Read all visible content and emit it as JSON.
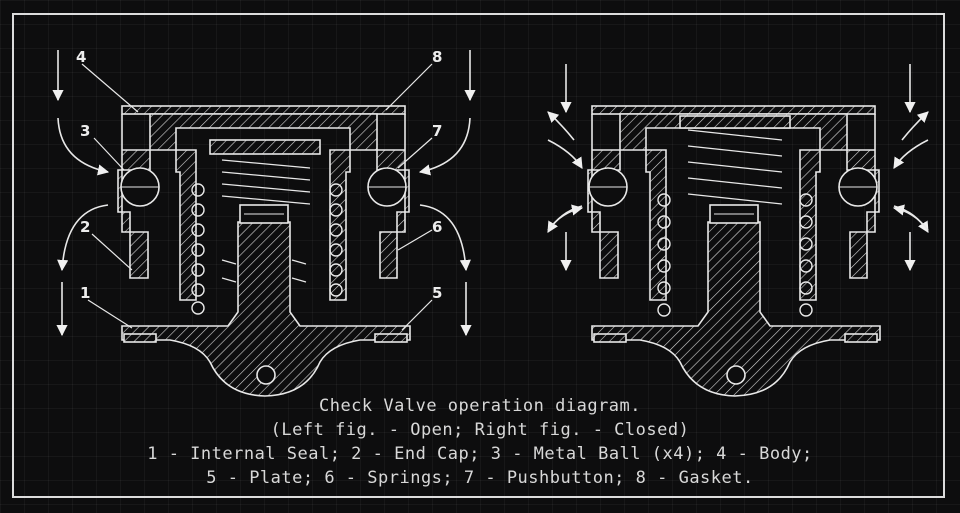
{
  "callouts": {
    "n1": "1",
    "n2": "2",
    "n3": "3",
    "n4": "4",
    "n5": "5",
    "n6": "6",
    "n7": "7",
    "n8": "8"
  },
  "caption": {
    "line1": "Check Valve operation diagram.",
    "line2": "(Left fig. - Open; Right fig. - Closed)",
    "line3": "1 - Internal Seal; 2 - End Cap; 3 - Metal Ball (x4); 4 - Body;",
    "line4": "5 - Plate; 6 - Springs; 7 - Pushbutton; 8 - Gasket."
  },
  "colors": {
    "background": "#0d0d0e",
    "line": "#e8e8e8",
    "grid": "#2a2a2a"
  }
}
